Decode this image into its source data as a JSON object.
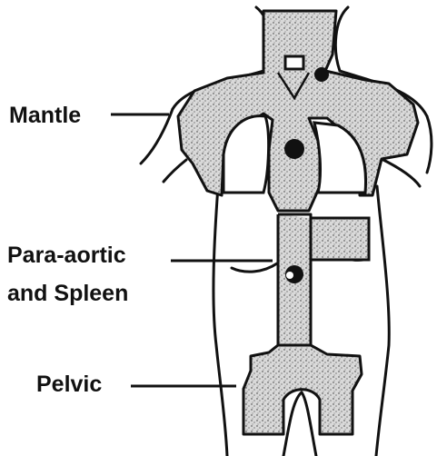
{
  "diagram": {
    "labels": {
      "mantle": "Mantle",
      "paraaortic_line1": "Para-aortic",
      "paraaortic_line2": "and Spleen",
      "pelvic": "Pelvic"
    },
    "colors": {
      "ink": "#111111",
      "field_fill": "#c9c9c9",
      "background": "#ffffff"
    }
  }
}
